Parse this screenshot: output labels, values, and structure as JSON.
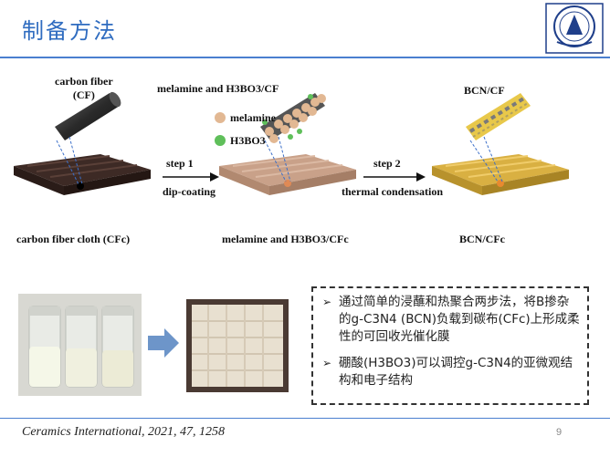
{
  "slide": {
    "title": "制备方法",
    "page_number": "9",
    "citation": "Ceramics International, 2021, 47, 1258"
  },
  "scheme": {
    "cf_label_line1": "carbon fiber",
    "cf_label_line2": "(CF)",
    "mel_cf_label": "melamine and H3BO3/CF",
    "legend_melamine": "melamine",
    "legend_h3bo3": "H3BO3",
    "bcn_cf_label": "BCN/CF",
    "step1_label": "step 1",
    "step1_method": "dip-coating",
    "step2_label": "step 2",
    "step2_method": "thermal condensation",
    "cloth_label_1": "carbon fiber cloth (CFc)",
    "cloth_label_2": "melamine and H3BO3/CFc",
    "cloth_label_3": "BCN/CFc"
  },
  "colors": {
    "title": "#2f6cc0",
    "carbon": "#3d2a25",
    "melamine_cloth": "#c9a189",
    "bcn_cloth": "#d9b042",
    "melamine_ball": "#e2b893",
    "h3bo3_ball": "#5fbf5a"
  },
  "bullets": [
    {
      "text": "通过简单的浸蘸和热聚合两步法，将B掺杂的g-C3N4 (BCN)负载到碳布(CFc)上形成柔性的可回收光催化膜"
    },
    {
      "text": "硼酸(H3BO3)可以调控g-C3N4的亚微观结构和电子结构"
    }
  ]
}
